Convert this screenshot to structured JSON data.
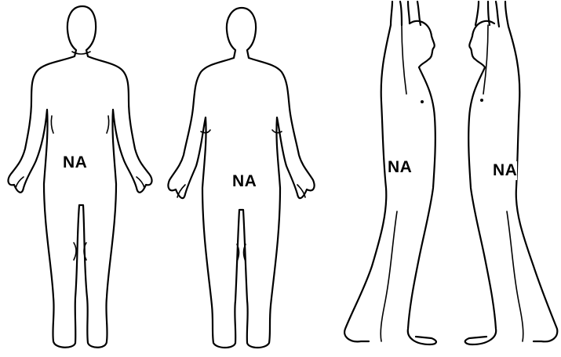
{
  "figures": [
    {
      "view": "front",
      "label": "NA"
    },
    {
      "view": "back",
      "label": "NA"
    },
    {
      "view": "right-side",
      "label": "NA"
    },
    {
      "view": "left-side",
      "label": "NA"
    }
  ],
  "colors": {
    "line": "#000000",
    "background": "#ffffff"
  }
}
